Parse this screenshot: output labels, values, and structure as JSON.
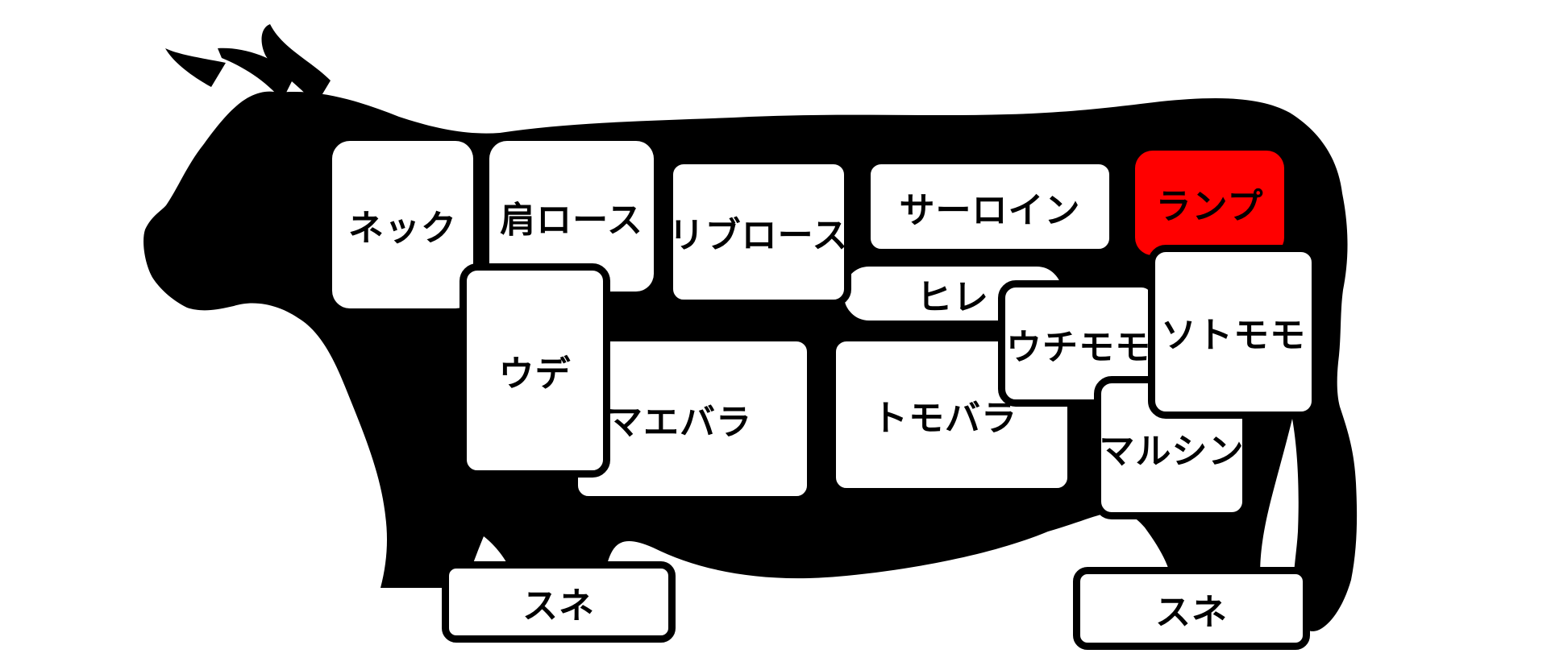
{
  "diagram": {
    "cuts": {
      "neck": "ネック",
      "shoulder_loin": "肩ロース",
      "rib_loin": "リブロース",
      "sirloin": "サーロイン",
      "rump": "ランプ",
      "tenderloin": "ヒレ",
      "ude": "ウデ",
      "maebara": "マエバラ",
      "tomobara": "トモバラ",
      "uchimomo": "ウチモモ",
      "sotomomo": "ソトモモ",
      "marushin": "マルシン",
      "shank_front": "スネ",
      "shank_back": "スネ"
    },
    "highlighted_cut": "rump",
    "colors": {
      "silhouette": "#000000",
      "cut_fill": "#ffffff",
      "highlight": "#ff0000",
      "background": "#ffffff"
    }
  }
}
